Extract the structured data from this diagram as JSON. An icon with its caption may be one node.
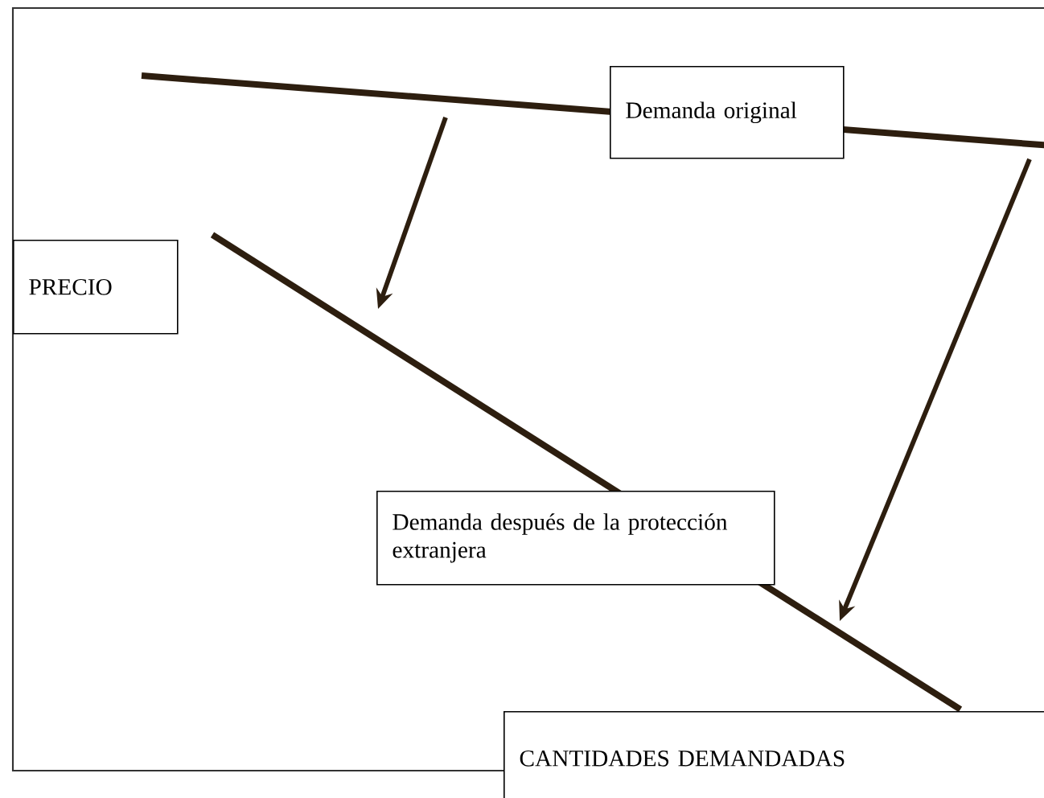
{
  "diagram": {
    "nodes": [
      {
        "text": [
          "Demanda original"
        ]
      },
      {
        "text": [
          "PRECIO"
        ]
      },
      {
        "text": [
          "Demanda después de la protección extranjera"
        ]
      },
      {
        "text": [
          "CANTIDADES DEMANDADAS"
        ]
      }
    ]
  }
}
